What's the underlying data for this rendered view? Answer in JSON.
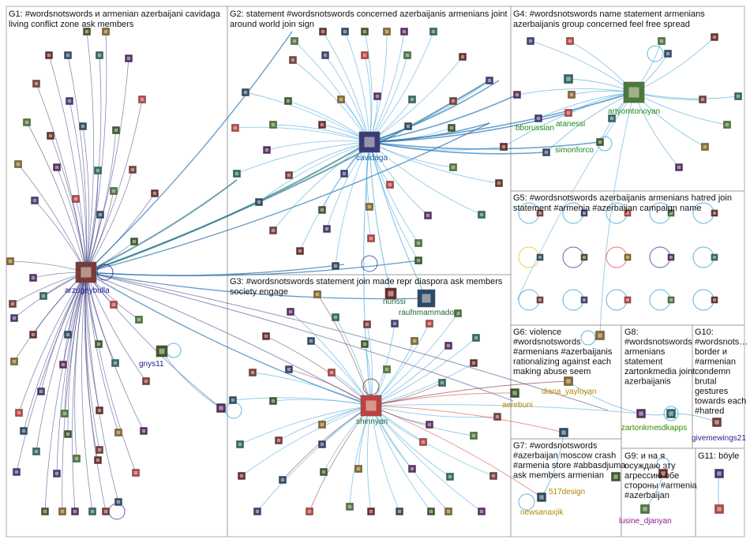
{
  "groups": [
    {
      "id": "G1",
      "lines": [
        "G1: #wordsnotswords и armenian azerbaijani cavidaga",
        "living conflict zone ask members"
      ]
    },
    {
      "id": "G2",
      "lines": [
        "G2: statement #wordsnotswords concerned azerbaijanis armenians joint",
        "around world join sign"
      ]
    },
    {
      "id": "G3",
      "lines": [
        "G3: #wordsnotswords statement join made repr diaspora ask members",
        "society engage"
      ]
    },
    {
      "id": "G4",
      "lines": [
        "G4: #wordsnotswords name statement armenians",
        "azerbaijanis group concerned feel free spread"
      ]
    },
    {
      "id": "G5",
      "lines": [
        "G5: #wordsnotswords azerbaijanis armenians hatred join",
        "statement #armenia #azerbaijan campaign name"
      ]
    },
    {
      "id": "G6",
      "lines": [
        "G6: violence",
        "#wordsnotswords",
        "#armenians #azerbaijanis",
        "rationalizing against each",
        "making abuse seem"
      ]
    },
    {
      "id": "G7",
      "lines": [
        "G7: #wordsnotswords",
        "#azerbaijan moscow crash",
        "#armenia store #abbasdjuma",
        "ask members armenian"
      ]
    },
    {
      "id": "G8",
      "lines": [
        "G8:",
        "#wordsnotswords",
        "armenians",
        "statement",
        "zartonkmedia joint",
        "azerbaijanis"
      ]
    },
    {
      "id": "G9",
      "lines": [
        "G9: и на я",
        "осуждаю эту",
        "агрессию обе",
        "стороны #armenia",
        "#azerbaijan"
      ]
    },
    {
      "id": "G10",
      "lines": [
        "G10:",
        "#wordsnots…",
        "border и",
        "#armenian",
        "condemn",
        "brutal",
        "gestures",
        "towards each",
        "#hatred"
      ]
    },
    {
      "id": "G11",
      "lines": [
        "G11: böyle"
      ]
    }
  ],
  "hubs": [
    {
      "id": "arzugeybulla",
      "label": "arzugeybulla",
      "color": "#1a1a8c"
    },
    {
      "id": "cavidaga",
      "label": "cavidaga",
      "color": "#1a5fa0"
    },
    {
      "id": "shinnyan",
      "label": "shinnyan",
      "color": "#1a6b3a"
    },
    {
      "id": "artyomtonoyan",
      "label": "artyomtonoyan",
      "color": "#1a8c1a"
    },
    {
      "id": "bborussian",
      "label": "bborussian",
      "color": "#1a8c1a"
    },
    {
      "id": "atanessi",
      "label": "atanessi",
      "color": "#1a8c1a"
    },
    {
      "id": "simonforco",
      "label": "simonforco",
      "color": "#1a8c1a"
    },
    {
      "id": "gnys11",
      "label": "gnys11",
      "color": "#1a1a8c"
    },
    {
      "id": "nunssi",
      "label": "nunssi",
      "color": "#1a6b3a"
    },
    {
      "id": "raufnmammadov",
      "label": "raufnmammadov",
      "color": "#1a6b3a"
    },
    {
      "id": "aerebuni",
      "label": "aerebuni",
      "color": "#b38600"
    },
    {
      "id": "diana_yayloyan",
      "label": "diana_yayloyan",
      "color": "#b38600"
    },
    {
      "id": "zartonkme",
      "label": "zartonkme",
      "color": "#3a8c00"
    },
    {
      "id": "sdkapps",
      "label": "sdkapps",
      "color": "#3a8c00"
    },
    {
      "id": "givemewings21",
      "label": "givemewings21",
      "color": "#3a1a8c"
    },
    {
      "id": "517design",
      "label": "517design",
      "color": "#b38600"
    },
    {
      "id": "newsanaxjik",
      "label": "newsanaxjik",
      "color": "#b38600"
    },
    {
      "id": "lusine_djanyan",
      "label": "lusine_djanyan",
      "color": "#8c1a8c"
    }
  ],
  "colors": {
    "g1_edge": "#2a2a78",
    "g2_edge": "#1f6fb0",
    "g3_edge": "#3aa0d8",
    "g4_edge": "#3aa0d8",
    "cross_edge": "#2f7a8a",
    "red_edge": "#d85050",
    "brown_edge": "#7a3030",
    "box_stroke": "#9a9a9a"
  }
}
